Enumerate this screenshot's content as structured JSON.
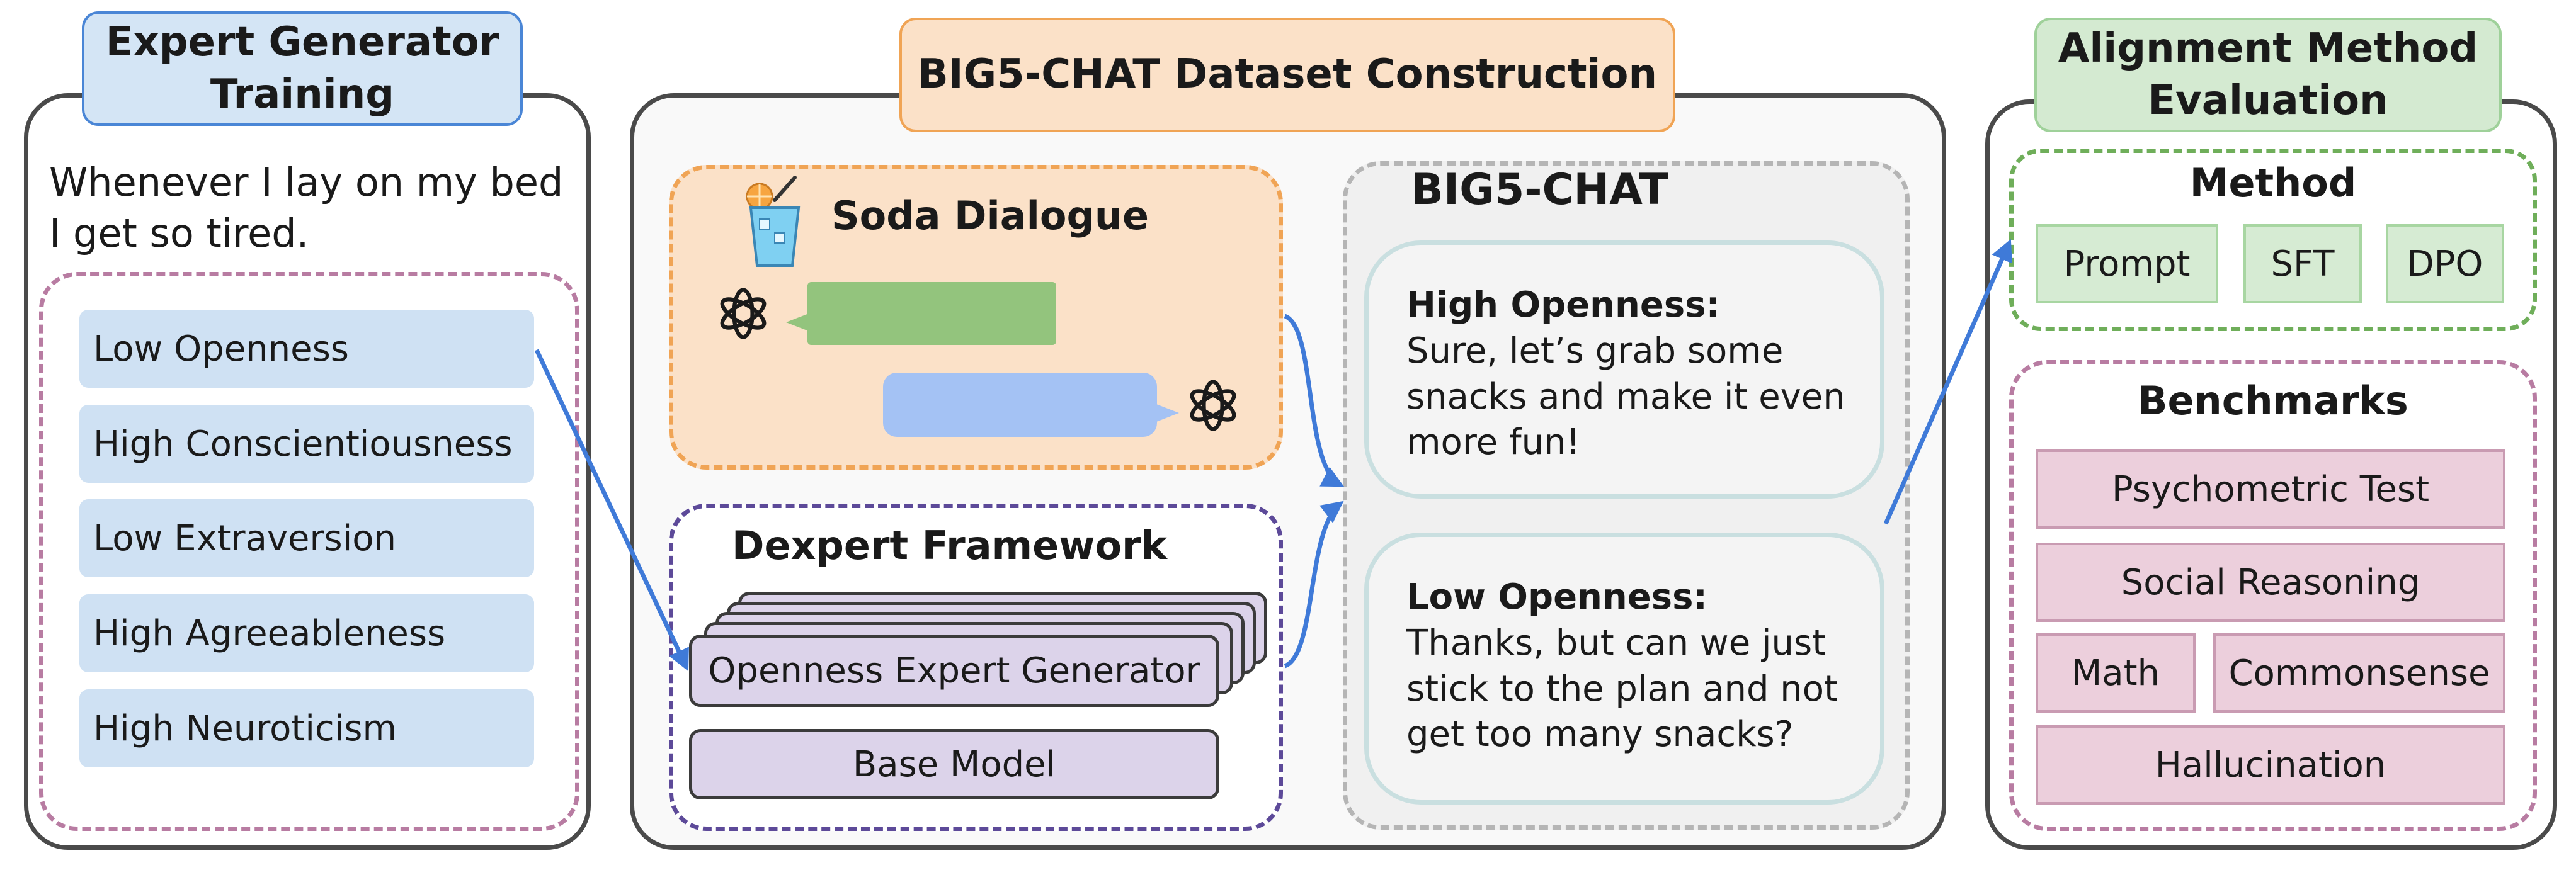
{
  "left": {
    "title": "Expert Generator Training",
    "prompt_text": "Whenever I lay on my bed I get so tired.",
    "traits": [
      "Low Openness",
      "High Conscientiousness",
      "Low Extraversion",
      "High Agreeableness",
      "High Neuroticism"
    ]
  },
  "center": {
    "title": "BIG5-CHAT Dataset Construction",
    "soda": {
      "title": "Soda Dialogue"
    },
    "dexpert": {
      "title": "Dexpert Framework",
      "expert_label": "Openness Expert Generator",
      "base_label": "Base Model"
    },
    "big5": {
      "title": "BIG5-CHAT",
      "high_heading": "High Openness:",
      "high_text": "Sure, let’s grab some snacks and make it even more fun!",
      "low_heading": "Low Openness:",
      "low_text": "Thanks, but can we just stick to the plan and not get too many snacks?"
    }
  },
  "right": {
    "title": "Alignment Method Evaluation",
    "method": {
      "title": "Method",
      "items": [
        "Prompt",
        "SFT",
        "DPO"
      ]
    },
    "benchmarks": {
      "title": "Benchmarks",
      "items": [
        "Psychometric Test",
        "Social Reasoning",
        "Math",
        "Commonsense",
        "Hallucination"
      ]
    }
  },
  "colors": {
    "border_dark": "#4a4a4a",
    "blue": "#4a86d6",
    "orange": "#f0a455",
    "green": "#6fae5a",
    "pink": "#b87ca2",
    "purple": "#5d4a99",
    "arrow": "#3f7ad8"
  }
}
